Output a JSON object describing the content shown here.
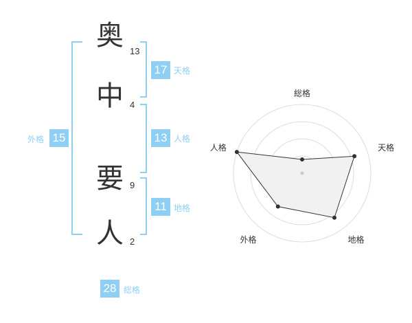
{
  "name": {
    "chars": [
      "奥",
      "中",
      "要",
      "人"
    ],
    "strokes": [
      "13",
      "4",
      "9",
      "2"
    ]
  },
  "fortune": {
    "tenkaku": {
      "value": "17",
      "label": "天格"
    },
    "jinkaku": {
      "value": "13",
      "label": "人格"
    },
    "chikaku": {
      "value": "11",
      "label": "地格"
    },
    "gaikaku": {
      "value": "15",
      "label": "外格"
    },
    "soukaku": {
      "value": "28",
      "label": "総格"
    }
  },
  "colors": {
    "accent": "#8ecff3",
    "text": "#333333",
    "radar_fill": "#f1f1f1"
  },
  "chart_data": {
    "type": "radar",
    "axes": [
      "総格",
      "天格",
      "地格",
      "外格",
      "人格"
    ],
    "values": [
      1,
      4,
      4,
      3,
      5
    ],
    "rmax": 5,
    "rings": 4
  }
}
